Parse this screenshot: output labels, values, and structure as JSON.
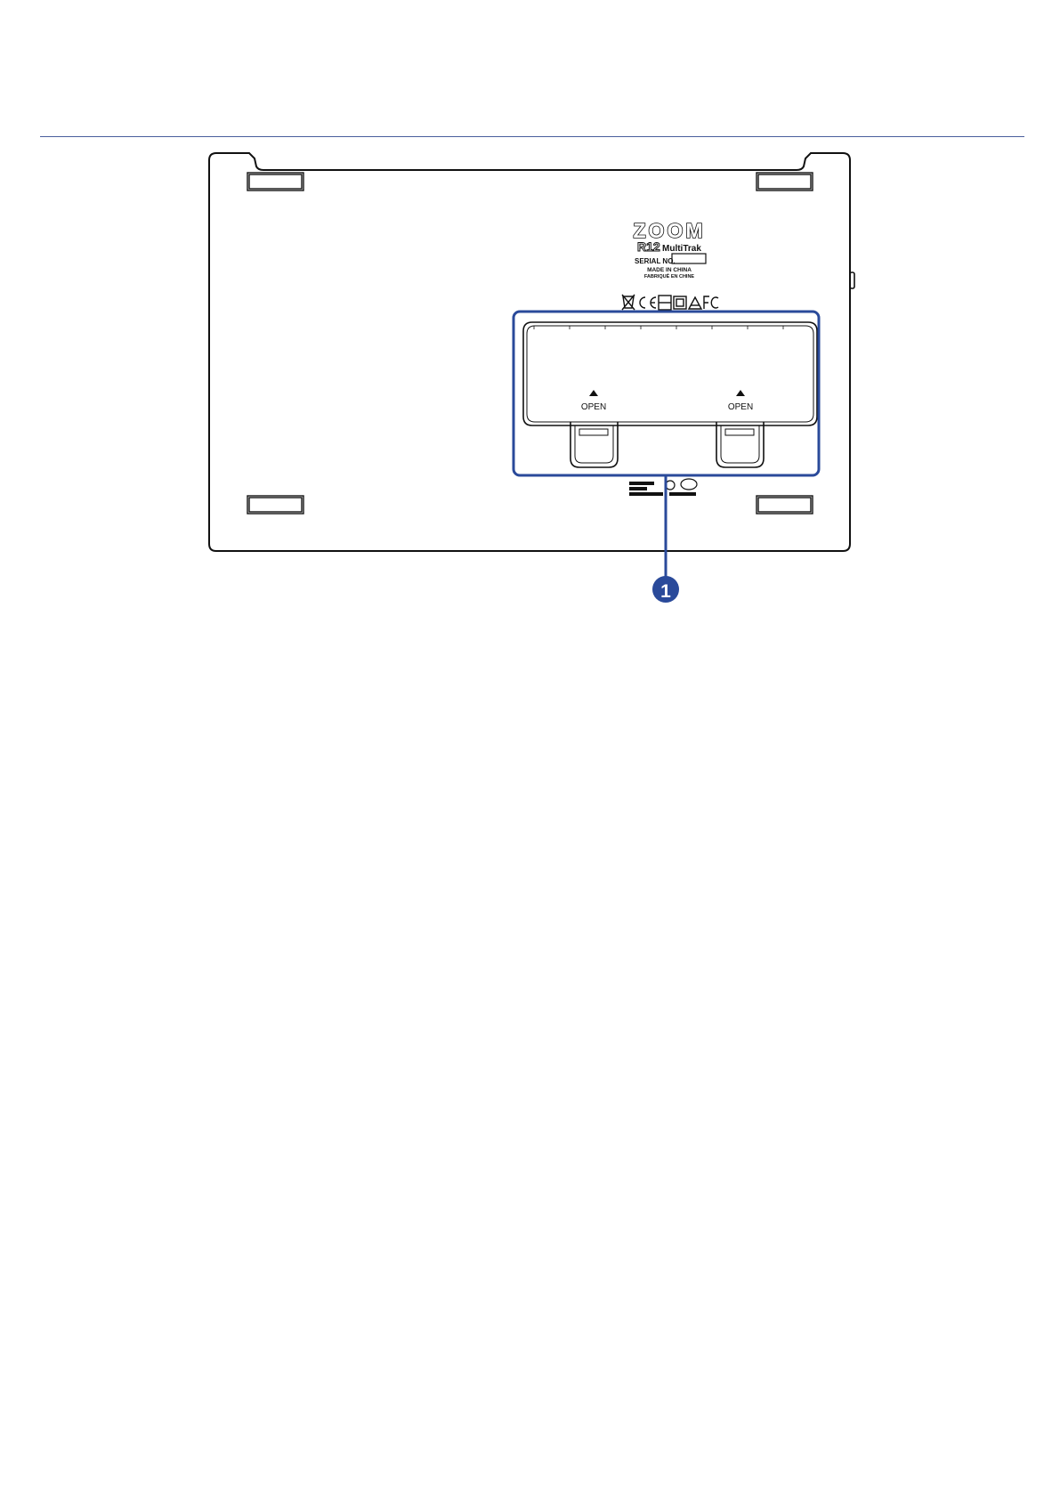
{
  "brand": {
    "logo": "ZOOM",
    "model": "R12",
    "model_suffix": "MultiTrak"
  },
  "label_plate": {
    "serial_label": "SERIAL NO.",
    "made_in": "MADE IN CHINA",
    "made_in_fr": "FABRIQUÉ EN CHINE"
  },
  "certification_marks": [
    "recycle-bin-icon",
    "ce-mark-icon",
    "ukca-mark-icon",
    "kc-mark-icon",
    "triangle-mark-icon",
    "fcc-mark-icon"
  ],
  "battery_cover": {
    "latch_left_label": "OPEN",
    "latch_right_label": "OPEN"
  },
  "callout": {
    "number": "1"
  },
  "colors": {
    "accent": "#2a4a9a",
    "rule": "#4a5e9c",
    "outline": "#111111"
  }
}
